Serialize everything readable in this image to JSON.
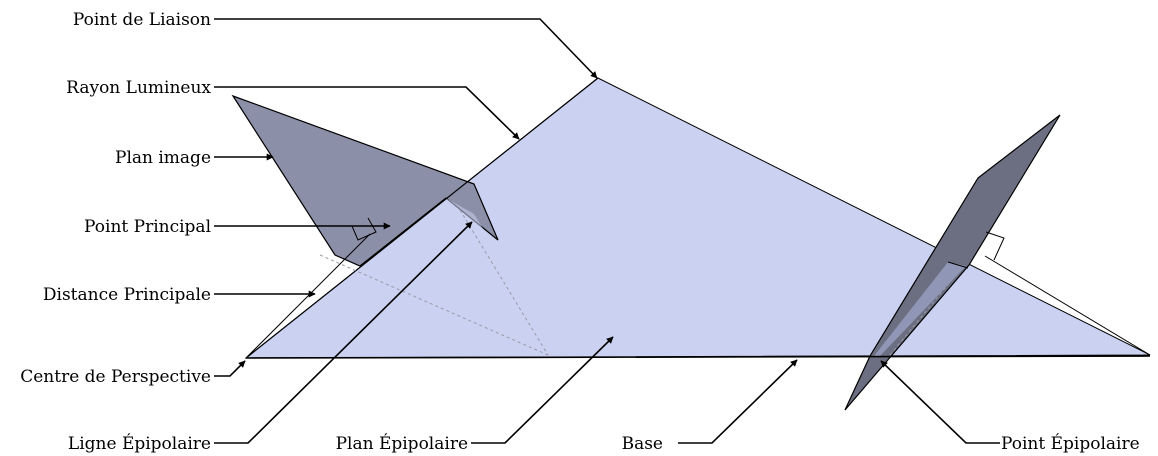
{
  "colors": {
    "epipolar_plane_fill": "#cbd1f1",
    "left_image_plane_fill": "#8c8fa8",
    "right_image_plane_fill": "#6c6f82",
    "leader_line": "#000000"
  },
  "labels": {
    "point_de_liaison": "Point de Liaison",
    "rayon_lumineux": "Rayon Lumineux",
    "plan_image": "Plan image",
    "point_principal": "Point Principal",
    "distance_principale": "Distance Principale",
    "centre_de_perspective": "Centre de Perspective",
    "ligne_epipolaire": "Ligne Épipolaire",
    "plan_epipolaire": "Plan Épipolaire",
    "base": "Base",
    "point_epipolaire": "Point Épipolaire"
  }
}
